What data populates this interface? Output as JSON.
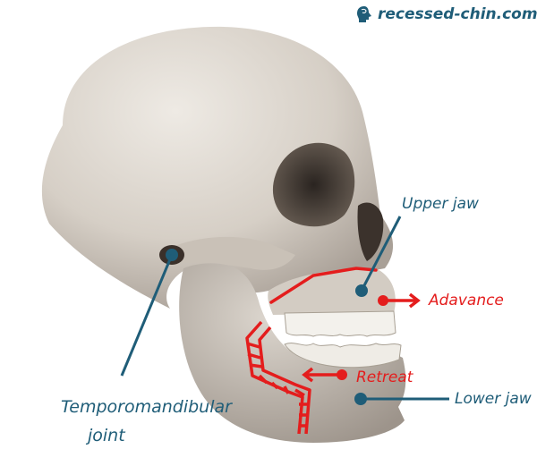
{
  "brand": {
    "site": "recessed-chin.com",
    "logo_icon": "head-profile-icon"
  },
  "labels": {
    "upper_jaw": "Upper jaw",
    "advance": "Adavance",
    "retreat": "Retreat",
    "lower_jaw": "Lower jaw",
    "tmj_line1": "Temporomandibular",
    "tmj_line2": "joint"
  },
  "colors": {
    "label_blue": "#1f5d78",
    "annotation_red": "#e41d1d",
    "bone": "#d9d3cb",
    "background": "#ffffff"
  }
}
